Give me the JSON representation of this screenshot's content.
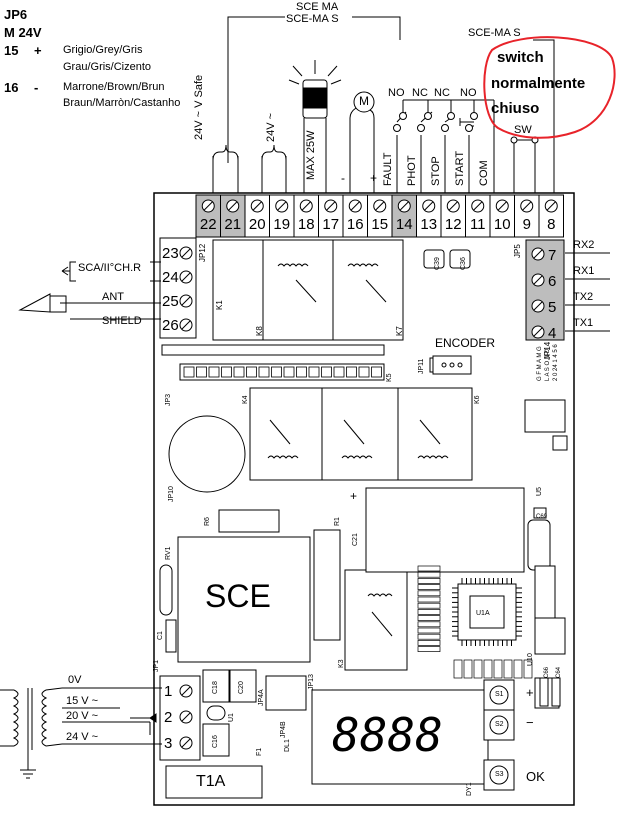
{
  "legend": {
    "title_line1": "JP6",
    "title_line2": "M 24V",
    "pos_num": "15",
    "pos_sign": "+",
    "pos_colors_1": "Grigio/Grey/Gris",
    "pos_colors_2": "Grau/Gris/Cizento",
    "neg_num": "16",
    "neg_sign": "-",
    "neg_colors_1": "Marrone/Brown/Brun",
    "neg_colors_2": "Braun/Marròn/Castanho"
  },
  "top_labels": {
    "scema_1": "SCE MA",
    "scema_2": "SCE-MA S",
    "scema_right": "SCE-MA S",
    "v24_safe": "24V ~ V Safe",
    "v24": "24V ~",
    "max25w": "MAX 25W",
    "motor": "M",
    "minus": "-",
    "plus": "+",
    "no_1": "NO",
    "nc_1": "NC",
    "nc_2": "NC",
    "no_2": "NO",
    "fault": "FAULT",
    "phot": "PHOT",
    "stop": "STOP",
    "start": "START",
    "com": "COM",
    "sw": "SW"
  },
  "annotation": {
    "line1": "switch",
    "line2": "normalmente",
    "line3": "chiuso",
    "color": "#e8232a"
  },
  "terminals_top": [
    "22",
    "21",
    "20",
    "19",
    "18",
    "17",
    "16",
    "15",
    "14",
    "13",
    "12",
    "11",
    "10",
    "9",
    "8"
  ],
  "terminals_left": [
    "23",
    "24",
    "25",
    "26"
  ],
  "left_labels": {
    "sca": "SCA/II°CH.R",
    "ant": "ANT",
    "shield": "SHIELD",
    "jp12": "JP12",
    "k1": "K1",
    "k8": "K8",
    "k7": "K7"
  },
  "terminals_right": [
    "7",
    "6",
    "5",
    "4"
  ],
  "right_labels": [
    "RX2",
    "RX1",
    "TX2",
    "TX1"
  ],
  "board": {
    "jp5": "JP5",
    "jp14": "JP14",
    "encoder": "ENCODER",
    "jp11": "JP11",
    "jp3": "JP3",
    "k4": "K4",
    "k5": "K5",
    "k6": "K6",
    "jp10": "JP10",
    "r6": "R6",
    "r1": "R1",
    "c21": "C21",
    "u5": "U5",
    "rv1": "RV1",
    "sce": "SCE",
    "c1": "C1",
    "k3": "K3",
    "u1_chip": "U1A",
    "u10": "U10",
    "c39": "C39",
    "c36": "C36",
    "c69": "C69",
    "jp1": "JP1",
    "c18": "C18",
    "c20": "C20",
    "c16": "C16",
    "u1": "U1",
    "jp4a": "JP4A",
    "jp4b": "JP4B",
    "jp13": "JP13",
    "dl1": "DL1",
    "f1": "F1",
    "fuse": "T1A",
    "display": "8888",
    "dy1": "DY1",
    "s1": "S1",
    "s2": "S2",
    "s3": "S3",
    "plus": "+",
    "minus": "−",
    "ok": "OK",
    "c66": "C66",
    "c64": "C64",
    "side_table": [
      "G F M A M G",
      "L A S O N D",
      "2 0 24 1 4 5 6"
    ]
  },
  "power": {
    "terminals": [
      "1",
      "2",
      "3"
    ],
    "v0": "0V",
    "v15": "15 V ~",
    "v20": "20 V ~",
    "v24": "24 V ~"
  }
}
